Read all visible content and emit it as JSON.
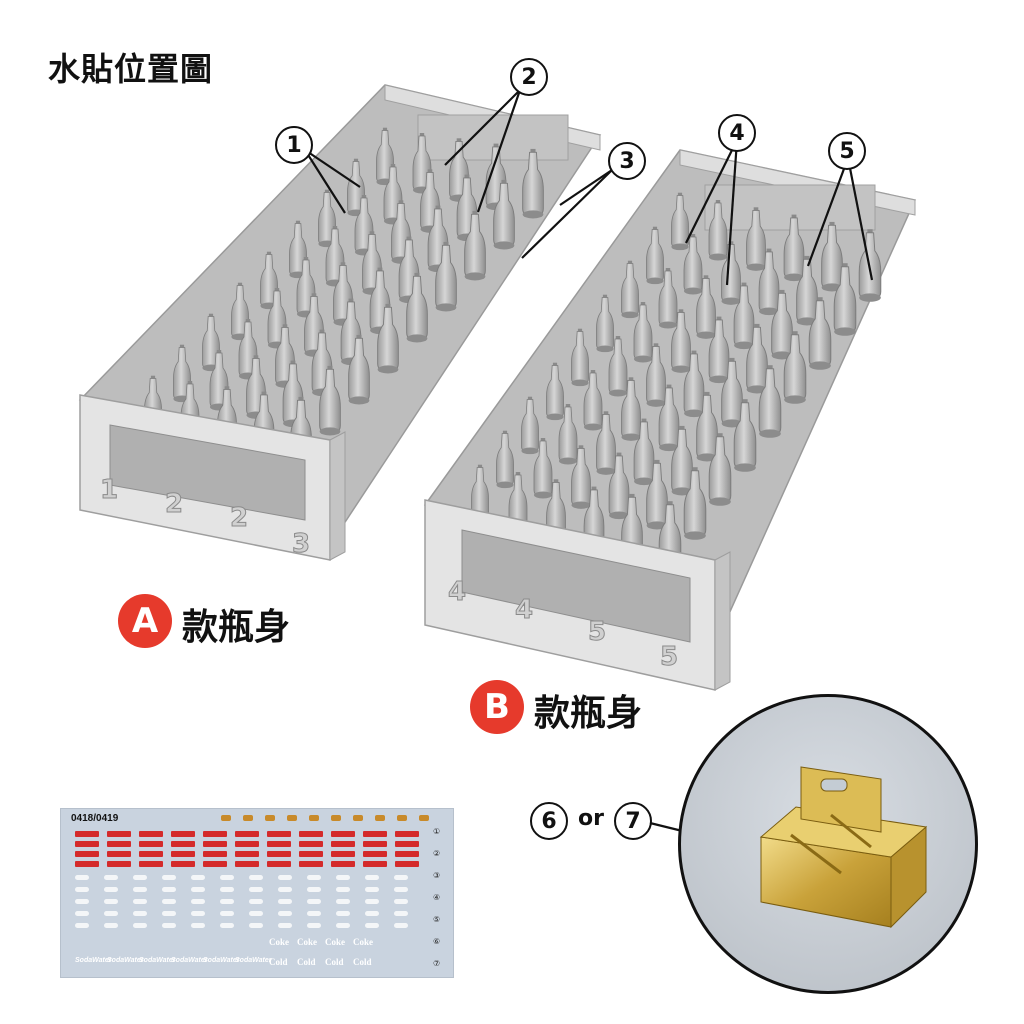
{
  "title": "水貼位置圖",
  "callouts": [
    "1",
    "2",
    "3",
    "4",
    "5",
    "6",
    "7"
  ],
  "or_text": "or",
  "variant_a": {
    "badge": "A",
    "label": "款瓶身"
  },
  "variant_b": {
    "badge": "B",
    "label": "款瓶身"
  },
  "tray_a_numbers": [
    "1",
    "2",
    "2",
    "3"
  ],
  "tray_b_numbers": [
    "4",
    "4",
    "5",
    "5"
  ],
  "decal_sheet": {
    "code": "0418/0419",
    "row_numbers": [
      "①",
      "②",
      "③",
      "④",
      "⑤",
      "⑥",
      "⑦"
    ],
    "coke_label": "Coke",
    "cold_label": "Cold",
    "sodawater_label": "SodaWater"
  },
  "colors": {
    "badge_red": "#e63a2c",
    "plastic_gray": "#c9c9c9",
    "brass": "#d4b24a",
    "decal_red": "#d42a2a"
  }
}
